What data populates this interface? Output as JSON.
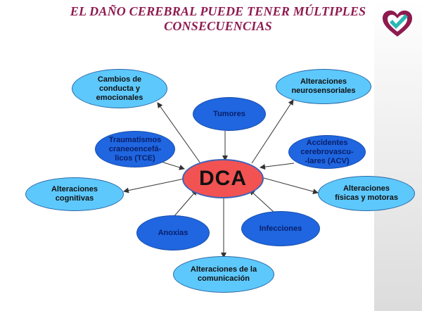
{
  "title": {
    "line1": "EL DAÑO CEREBRAL PUEDE TENER MÚLTIPLES",
    "line2": "CONSECUENCIAS"
  },
  "logo": {
    "icon": "heart-check-logo",
    "colors": [
      "#8e1a4f",
      "#2bb7b3"
    ]
  },
  "diagram": {
    "center": "DCA",
    "nodes": {
      "conducta": "Cambios de\nconducta y\nemocionales",
      "neuro": "Alteraciones\nneurosensoriales",
      "tumores": "Tumores",
      "tce": "Traumatismos\ncraneoencefá-\nlicos (TCE)",
      "acv": "Accidentes\ncerebrovascu-\n-lares (ACV)",
      "cognitivas": "Alteraciones\ncognitivas",
      "fisicas": "Alteraciones\nfísicas y motoras",
      "anoxias": "Anoxias",
      "infecciones": "Infecciones",
      "comunicacion": "Alteraciones de la\ncomunicación"
    }
  },
  "colors": {
    "title": "#8e1a4f",
    "consequence_node": "#5dc8fb",
    "cause_node": "#1f66e0",
    "center_node": "#f25252",
    "arrow": "#333333"
  }
}
